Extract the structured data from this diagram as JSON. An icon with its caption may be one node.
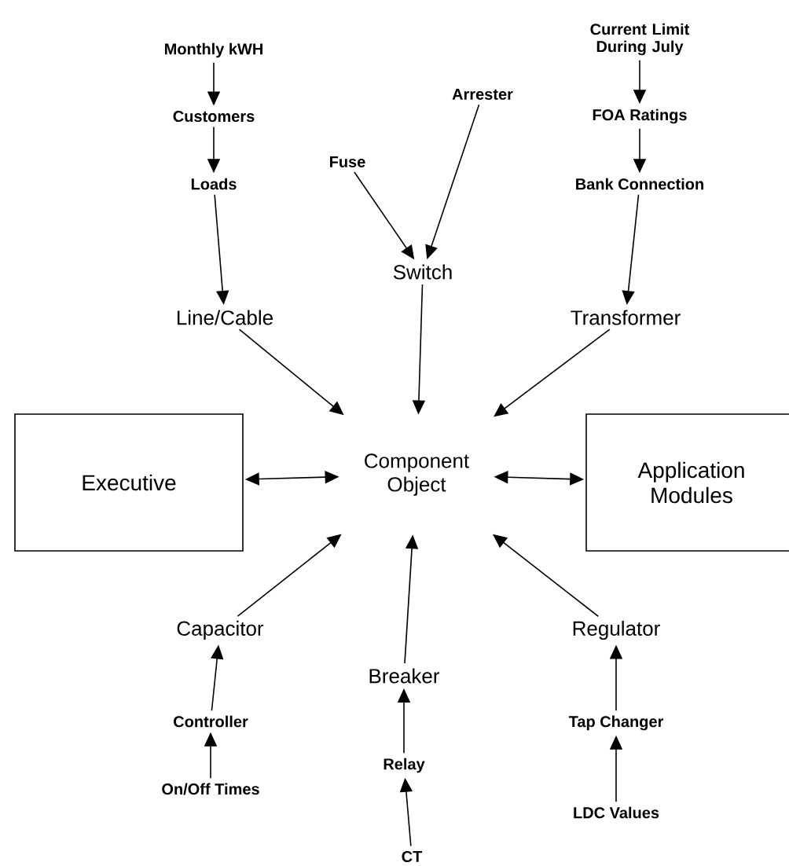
{
  "diagram": {
    "nodes": [
      {
        "text": [
          "Monthly kWH"
        ]
      },
      {
        "text": [
          "Customers"
        ]
      },
      {
        "text": [
          "Loads"
        ]
      },
      {
        "text": [
          "Line/Cable"
        ]
      },
      {
        "text": [
          "Fuse"
        ]
      },
      {
        "text": [
          "Arrester"
        ]
      },
      {
        "text": [
          "Switch"
        ]
      },
      {
        "text": [
          "Current Limit During July"
        ]
      },
      {
        "text": [
          "FOA Ratings"
        ]
      },
      {
        "text": [
          "Bank Connection"
        ]
      },
      {
        "text": [
          "Transformer"
        ]
      },
      {
        "text": [
          "Component Object"
        ]
      },
      {
        "text": [
          "Executive"
        ]
      },
      {
        "text": [
          "Application Modules"
        ]
      },
      {
        "text": [
          "Capacitor"
        ]
      },
      {
        "text": [
          "Controller"
        ]
      },
      {
        "text": [
          "On/Off Times"
        ]
      },
      {
        "text": [
          "Breaker"
        ]
      },
      {
        "text": [
          "Relay"
        ]
      },
      {
        "text": [
          "CT"
        ]
      },
      {
        "text": [
          "Regulator"
        ]
      },
      {
        "text": [
          "Tap Changer"
        ]
      },
      {
        "text": [
          "LDC Values"
        ]
      }
    ],
    "edges": [
      {
        "from": 0,
        "to": 1,
        "arrow": "to"
      },
      {
        "from": 1,
        "to": 2,
        "arrow": "to"
      },
      {
        "from": 2,
        "to": 3,
        "arrow": "to"
      },
      {
        "from": 4,
        "to": 6,
        "arrow": "to"
      },
      {
        "from": 5,
        "to": 6,
        "arrow": "to"
      },
      {
        "from": 7,
        "to": 8,
        "arrow": "to"
      },
      {
        "from": 8,
        "to": 9,
        "arrow": "to"
      },
      {
        "from": 9,
        "to": 10,
        "arrow": "to"
      },
      {
        "from": 3,
        "to": 11,
        "arrow": "to"
      },
      {
        "from": 6,
        "to": 11,
        "arrow": "to"
      },
      {
        "from": 10,
        "to": 11,
        "arrow": "to"
      },
      {
        "from": 12,
        "to": 11,
        "arrow": "both"
      },
      {
        "from": 11,
        "to": 13,
        "arrow": "both"
      },
      {
        "from": 14,
        "to": 11,
        "arrow": "to"
      },
      {
        "from": 17,
        "to": 11,
        "arrow": "to"
      },
      {
        "from": 20,
        "to": 11,
        "arrow": "to"
      },
      {
        "from": 15,
        "to": 14,
        "arrow": "to"
      },
      {
        "from": 16,
        "to": 15,
        "arrow": "to"
      },
      {
        "from": 18,
        "to": 17,
        "arrow": "to"
      },
      {
        "from": 19,
        "to": 18,
        "arrow": "to"
      },
      {
        "from": 22,
        "to": 21,
        "arrow": "to"
      },
      {
        "from": 21,
        "to": 20,
        "arrow": "to"
      }
    ]
  }
}
